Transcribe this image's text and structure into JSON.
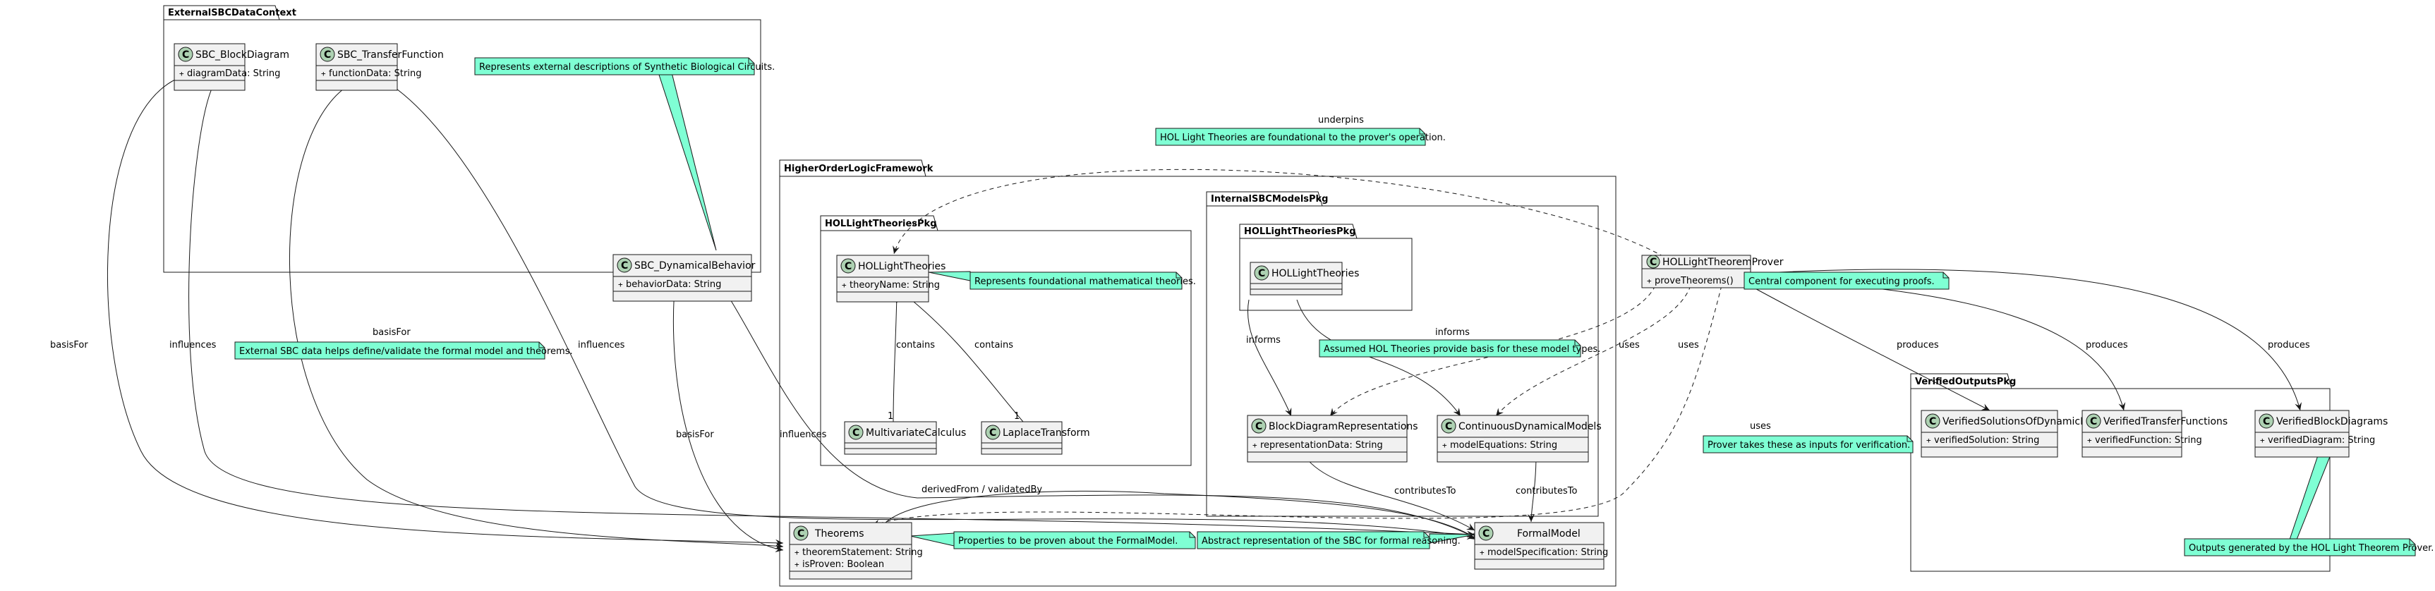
{
  "packages": {
    "external": "ExternalSBCDataContext",
    "hol_framework": "HigherOrderLogicFramework",
    "hol_theories_pkg": "HOLLightTheoriesPkg",
    "internal_models_pkg": "InternalSBCModelsPkg",
    "internal_hol_pkg": "HOLLightTheoriesPkg",
    "verified_outputs_pkg": "VerifiedOutputsPkg"
  },
  "classes": {
    "sbc_block_diagram": {
      "name": "SBC_BlockDiagram",
      "attr1": "diagramData: String"
    },
    "sbc_transfer_function": {
      "name": "SBC_TransferFunction",
      "attr1": "functionData: String"
    },
    "sbc_dynamical_behavior": {
      "name": "SBC_DynamicalBehavior",
      "attr1": "behaviorData: String"
    },
    "hol_light_theories": {
      "name": "HOLLightTheories",
      "attr1": "theoryName: String"
    },
    "multivariate_calculus": {
      "name": "MultivariateCalculus"
    },
    "laplace_transform": {
      "name": "LaplaceTransform"
    },
    "internal_hol_light_theories": {
      "name": "HOLLightTheories"
    },
    "block_diagram_representations": {
      "name": "BlockDiagramRepresentations",
      "attr1": "representationData: String"
    },
    "continuous_dynamical_models": {
      "name": "ContinuousDynamicalModels",
      "attr1": "modelEquations: String"
    },
    "theorems": {
      "name": "Theorems",
      "attr1": "theoremStatement: String",
      "attr2": "isProven: Boolean"
    },
    "formal_model": {
      "name": "FormalModel",
      "attr1": "modelSpecification: String"
    },
    "hol_light_theorem_prover": {
      "name": "HOLLightTheoremProver",
      "method1": "proveTheorems()"
    },
    "verified_solutions": {
      "name": "VerifiedSolutionsOfDynamicModels",
      "attr1": "verifiedSolution: String"
    },
    "verified_transfer_functions": {
      "name": "VerifiedTransferFunctions",
      "attr1": "verifiedFunction: String"
    },
    "verified_block_diagrams": {
      "name": "VerifiedBlockDiagrams",
      "attr1": "verifiedDiagram: String"
    }
  },
  "notes": {
    "external_desc": "Represents external descriptions of Synthetic Biological Circuits.",
    "hol_foundational": "HOL Light Theories are foundational to the prover's operation.",
    "foundational_math": "Represents foundational mathematical theories.",
    "assumed_basis": "Assumed HOL Theories provide basis for these model types.",
    "central_component": "Central component for executing proofs.",
    "external_helps": "External SBC data helps define/validate the formal model and theorems.",
    "prover_inputs": "Prover takes these as inputs for verification.",
    "properties": "Properties to be proven about the FormalModel.",
    "abstract_repr": "Abstract representation of the SBC for formal reasoning.",
    "outputs_generated": "Outputs generated by the HOL Light Theorem Prover."
  },
  "edge_labels": {
    "underpins": "underpins",
    "basis_for_a": "basisFor",
    "influences_a": "influences",
    "basis_for_b": "basisFor",
    "influences_b": "influences",
    "basis_for_c": "basisFor",
    "influences_c": "influences",
    "contains_a": "contains",
    "contains_b": "contains",
    "mult_a": "1",
    "mult_b": "1",
    "informs_a": "informs",
    "informs_b": "informs",
    "uses_a": "uses",
    "uses_b": "uses",
    "uses_c": "uses",
    "produces_a": "produces",
    "produces_b": "produces",
    "produces_c": "produces",
    "derived_from": "derivedFrom / validatedBy",
    "contributes_a": "contributesTo",
    "contributes_b": "contributesTo"
  },
  "symbols": {
    "class_letter": "C",
    "public": "+"
  },
  "colors": {
    "note_fill": "#7FFFD4",
    "class_fill": "#F1F1F1",
    "class_icon": "#ADD1B2",
    "border": "#181818"
  }
}
